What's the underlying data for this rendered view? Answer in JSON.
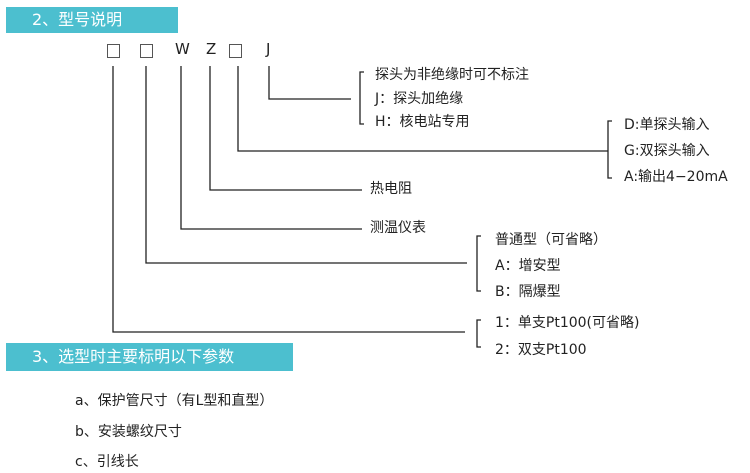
{
  "section2": {
    "title": "2、型号说明"
  },
  "code": {
    "box": "□",
    "w": "W",
    "z": "Z",
    "j": "J"
  },
  "groups": {
    "j": [
      "探头为非绝缘时可不标注",
      "J：探头加绝缘",
      "H：核电站专用"
    ],
    "box3": [
      "D:单探头输入",
      "G:双探头输入",
      "A:输出4−20mA"
    ],
    "z": "热电阻",
    "w": "测温仪表",
    "box2": [
      "普通型（可省略）",
      "A：增安型",
      "B：隔爆型"
    ],
    "box1": [
      "1：单支Pt100(可省略)",
      "2：双支Pt100"
    ]
  },
  "section3": {
    "title": "3、选型时主要标明以下参数",
    "items": [
      "a、保护管尺寸（有L型和直型）",
      "b、安装螺纹尺寸",
      "c、引线长"
    ]
  }
}
